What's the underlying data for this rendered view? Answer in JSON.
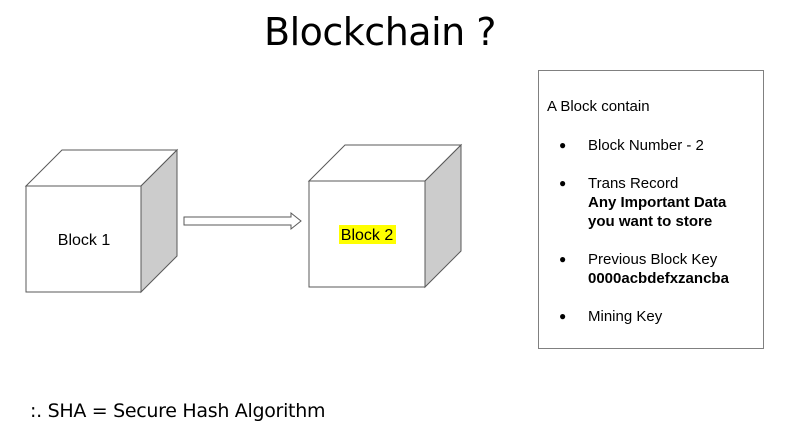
{
  "title": "Blockchain ?",
  "blocks": [
    {
      "label": "Block 1",
      "highlight": false
    },
    {
      "label": "Block 2",
      "highlight": true,
      "highlight_color": "#ffff00"
    }
  ],
  "info_box": {
    "title": "A Block contain",
    "items": [
      {
        "label": "Block Number - 2",
        "detail": []
      },
      {
        "label": "Trans Record",
        "detail": [
          "Any Important Data",
          "you want to store"
        ]
      },
      {
        "label": "Previous Block Key",
        "detail": [
          "0000acbdefxzancba"
        ]
      },
      {
        "label": "Mining Key",
        "detail": []
      }
    ]
  },
  "footnote": ":. SHA = Secure Hash Algorithm",
  "colors": {
    "cube_side": "#cccccc",
    "cube_top": "#ffffff",
    "cube_stroke": "#595959",
    "box_border": "#808080"
  }
}
